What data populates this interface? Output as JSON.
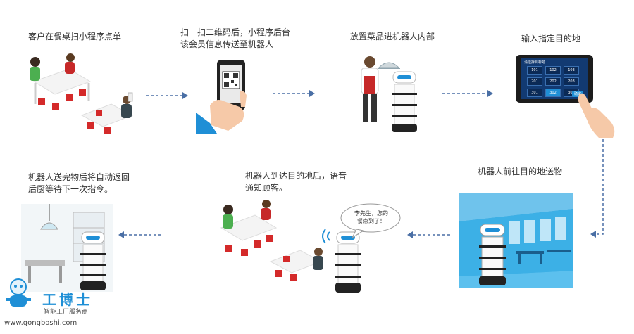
{
  "steps": [
    {
      "caption": "客户在餐桌扫小程序点单"
    },
    {
      "caption": "扫一扫二维码后，小程序后台\n该会员信息传送至机器人"
    },
    {
      "caption": "放置菜品进机器人内部"
    },
    {
      "caption": "输入指定目的地"
    },
    {
      "caption": "机器人前往目的地送物"
    },
    {
      "caption": "机器人到达目的地后，语音\n通知顾客。"
    },
    {
      "caption": "机器人送完物后将自动返回\n后厨等待下一次指令。"
    }
  ],
  "tablet": {
    "header": "请选择目标号",
    "rooms": [
      "101",
      "102",
      "103",
      "201",
      "202",
      "203",
      "301",
      "302",
      "303"
    ],
    "confirm": "确定"
  },
  "speech_bubble": "李先生，您的\n餐点到了！",
  "watermark": {
    "brand": "工博士",
    "tagline": "智能工厂服务商",
    "url": "www.gongboshi.com"
  },
  "colors": {
    "arrow": "#4a6fa5",
    "accent": "#d42a2a",
    "blue": "#1f8fd6"
  }
}
